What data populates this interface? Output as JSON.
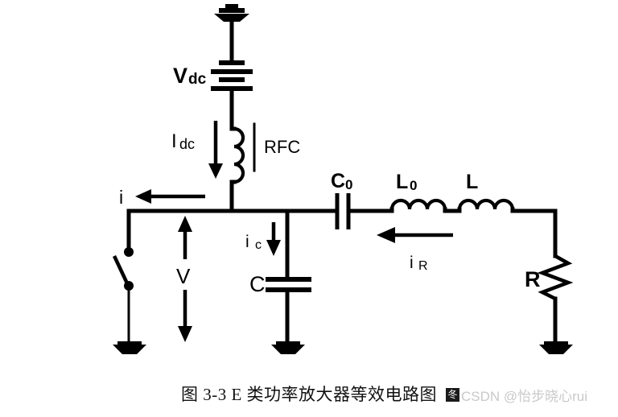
{
  "figure": {
    "caption": "图 3-3 E 类功率放大器等效电路图",
    "watermark_badge": "冬",
    "watermark_text": "CSDN @怡步晓心rui",
    "line_color": "#000000",
    "background_color": "#ffffff",
    "watermark_color": "#c9c9c9"
  },
  "labels": {
    "vdc": "V",
    "vdc_sub": "dc",
    "idc": "I",
    "idc_sub": "dc",
    "rfc": "RFC",
    "i": "i",
    "v": "V",
    "ic": "i",
    "ic_sub": "c",
    "c": "C",
    "c0": "C",
    "c0_sub": "0",
    "l0": "L",
    "l0_sub": "0",
    "l": "L",
    "ir": "i",
    "ir_sub": "R",
    "r": "R"
  },
  "components": [
    {
      "id": "vdc-source",
      "type": "dc-voltage-source",
      "label": "Vdc"
    },
    {
      "id": "rfc-choke",
      "type": "inductor",
      "label": "RFC"
    },
    {
      "id": "switch",
      "type": "switch",
      "label": "",
      "state": "open"
    },
    {
      "id": "c-shunt",
      "type": "capacitor",
      "label": "C"
    },
    {
      "id": "c0-series",
      "type": "capacitor",
      "label": "C0"
    },
    {
      "id": "l0-series",
      "type": "inductor",
      "label": "L0"
    },
    {
      "id": "l-series",
      "type": "inductor",
      "label": "L"
    },
    {
      "id": "r-load",
      "type": "resistor",
      "label": "R"
    },
    {
      "id": "gnd-top",
      "type": "ground",
      "label": ""
    },
    {
      "id": "gnd-switch",
      "type": "ground",
      "label": ""
    },
    {
      "id": "gnd-c",
      "type": "ground",
      "label": ""
    },
    {
      "id": "gnd-r",
      "type": "ground",
      "label": ""
    }
  ],
  "currents": [
    {
      "id": "i-total",
      "label": "i",
      "direction": "left"
    },
    {
      "id": "i-dc",
      "label": "Idc",
      "direction": "down"
    },
    {
      "id": "i-c",
      "label": "ic",
      "direction": "down"
    },
    {
      "id": "i-r",
      "label": "iR",
      "direction": "left"
    },
    {
      "id": "v-drop",
      "label": "V",
      "direction": "bidirectional-vertical"
    }
  ]
}
